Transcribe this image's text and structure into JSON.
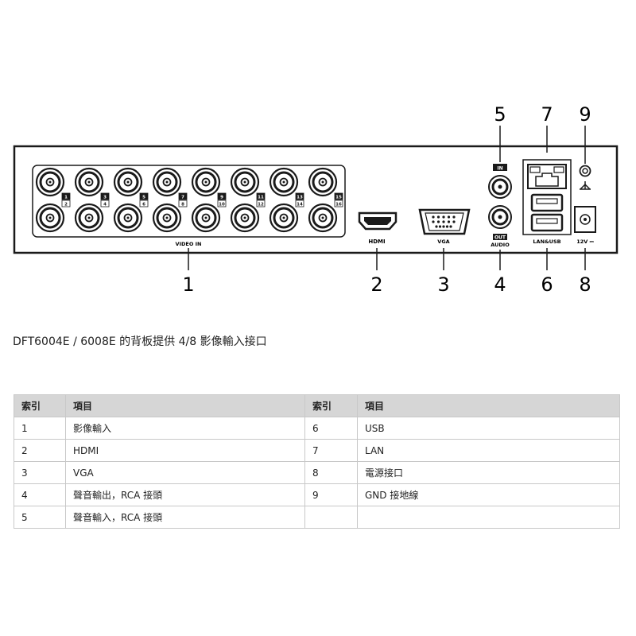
{
  "diagram": {
    "callouts_top": [
      "5",
      "7",
      "9"
    ],
    "callouts_bottom": [
      "1",
      "2",
      "3",
      "4",
      "6",
      "8"
    ],
    "bnc_numbers_top": [
      "1",
      "3",
      "5",
      "7",
      "9",
      "11",
      "13",
      "15"
    ],
    "bnc_numbers_bottom": [
      "2",
      "4",
      "6",
      "8",
      "10",
      "12",
      "14",
      "16"
    ],
    "labels": {
      "video_in": "VIDEO IN",
      "hdmi": "HDMI",
      "vga": "VGA",
      "audio_in": "IN",
      "audio_out_1": "OUT",
      "audio_out_2": "AUDIO",
      "lan_usb": "LAN&USB",
      "power": "12V ⎓"
    }
  },
  "caption": "DFT6004E / 6008E 的背板提供 4/8 影像輸入接口",
  "table": {
    "headers": [
      "索引",
      "項目",
      "索引",
      "項目"
    ],
    "rows": [
      [
        "1",
        "影像輸入",
        "6",
        "USB"
      ],
      [
        "2",
        "HDMI",
        "7",
        "LAN"
      ],
      [
        "3",
        "VGA",
        "8",
        "電源接口"
      ],
      [
        "4",
        "聲音輸出，RCA 接頭",
        "9",
        "GND 接地線"
      ],
      [
        "5",
        "聲音輸入，RCA 接頭",
        "",
        ""
      ]
    ]
  }
}
